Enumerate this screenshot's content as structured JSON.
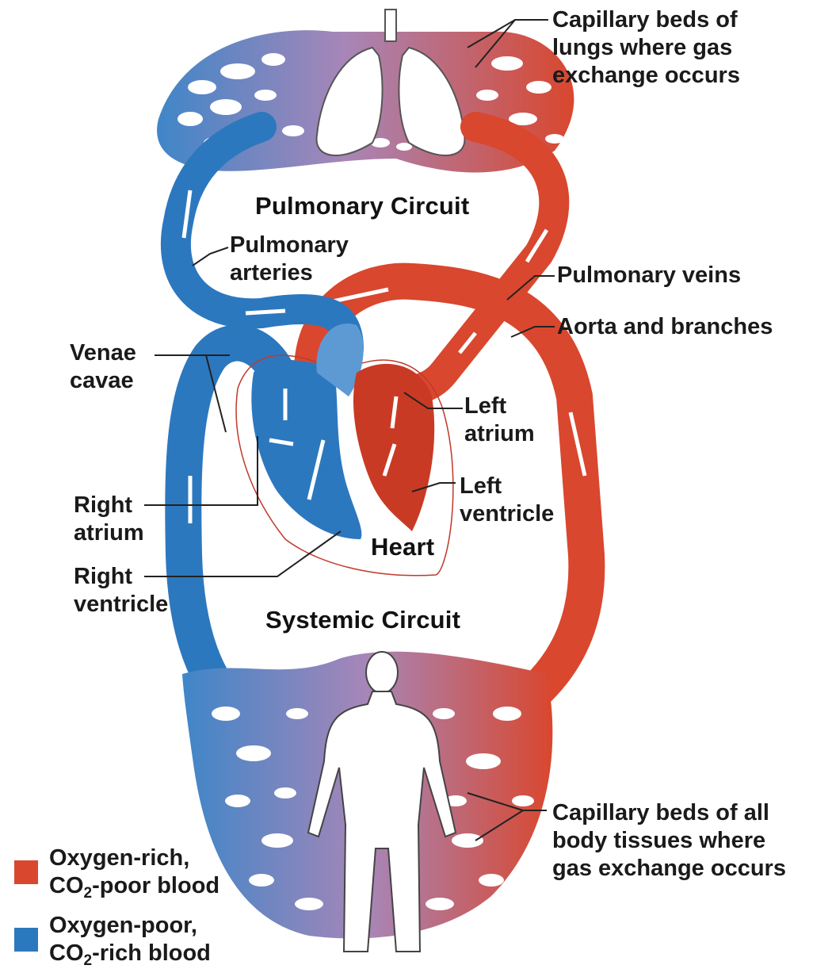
{
  "titles": {
    "pulmonary": "Pulmonary Circuit",
    "systemic": "Systemic Circuit",
    "heart": "Heart"
  },
  "labels": {
    "capillary_lungs": [
      "Capillary beds of",
      "lungs where gas",
      "exchange occurs"
    ],
    "pulmonary_arteries": [
      "Pulmonary",
      "arteries"
    ],
    "pulmonary_veins": "Pulmonary veins",
    "aorta": "Aorta and branches",
    "venae_cavae": [
      "Venae",
      "cavae"
    ],
    "left_atrium": [
      "Left",
      "atrium"
    ],
    "left_ventricle": [
      "Left",
      "ventricle"
    ],
    "right_atrium": [
      "Right",
      "atrium"
    ],
    "right_ventricle": [
      "Right",
      "ventricle"
    ],
    "capillary_body": [
      "Capillary beds of all",
      "body tissues where",
      "gas exchange occurs"
    ]
  },
  "legend": {
    "oxygen_rich": {
      "line1": "Oxygen-rich,",
      "pre": "CO",
      "sub": "2",
      "post": "-poor blood",
      "color": "#d9472e"
    },
    "oxygen_poor": {
      "line1": "Oxygen-poor,",
      "pre": "CO",
      "sub": "2",
      "post": "-rich blood",
      "color": "#2c78bf"
    }
  },
  "colors": {
    "oxygenated": "#d9472e",
    "deoxygenated": "#2c78bf",
    "capillary_mix": "#a786b8"
  }
}
